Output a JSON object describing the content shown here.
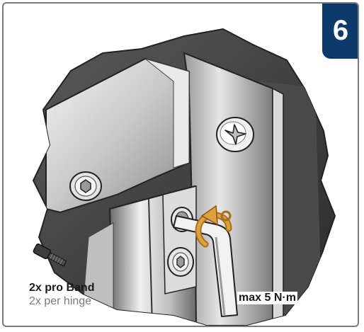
{
  "step": {
    "number": "6",
    "color": "#0c3a6b"
  },
  "screw_caption": {
    "german": "2x pro Band",
    "english": "2x per hinge",
    "icon": "cap-screw-icon"
  },
  "torque": {
    "label": "max 5 N·m",
    "icon": "rotation-arrow-icon"
  },
  "tool_icon": "hex-key-icon"
}
